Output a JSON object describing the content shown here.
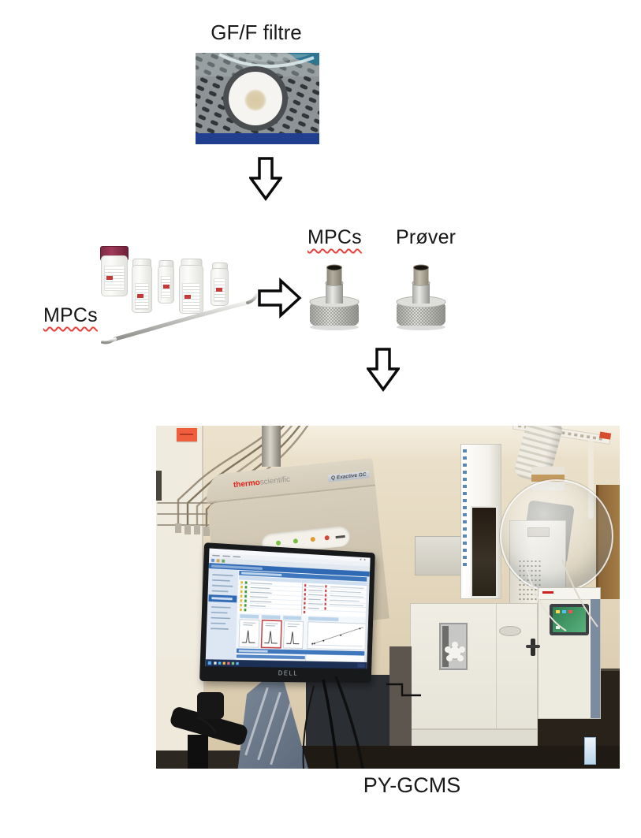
{
  "step1": {
    "title": "GF/F filtre"
  },
  "step2": {
    "vials_label": "MPCs",
    "cup1_label": "MPCs",
    "cup2_label": "Prøver"
  },
  "step3": {
    "caption": "PY-GCMS"
  },
  "instrument_photo": {
    "brand_thermo": "thermo",
    "brand_scientific": "scientific",
    "model_badge": "Q Exactive GC",
    "monitor_brand": "DELL"
  },
  "colors": {
    "filter_bar_blue": "#20408f",
    "sticky_note_orange": "#ef5f3d",
    "arrow_outline": "#0a0a0a",
    "misspell_underline_red": "#e8413c",
    "thermo_logo_red": "#e2231a"
  }
}
